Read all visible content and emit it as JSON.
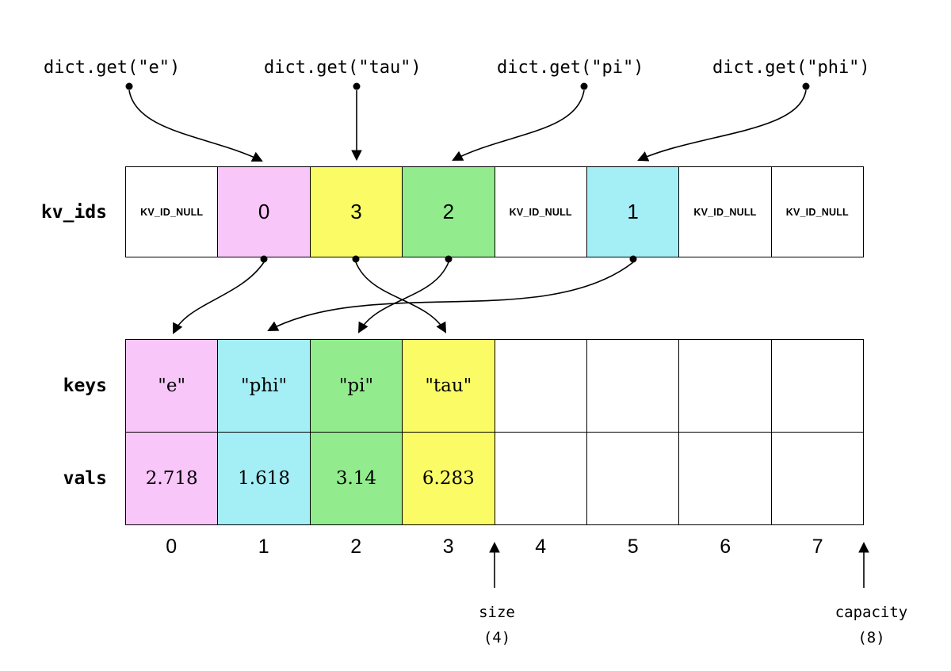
{
  "lookups": {
    "e": "dict.get(\"e\")",
    "tau": "dict.get(\"tau\")",
    "pi": "dict.get(\"pi\")",
    "phi": "dict.get(\"phi\")"
  },
  "colors": {
    "pink": "#f8c6f8",
    "cyan": "#a4eef6",
    "green": "#92ec8e",
    "yellow": "#fbfb66",
    "white": "#ffffff",
    "line": "#000000"
  },
  "rows": {
    "kv_ids": {
      "label": "kv_ids",
      "cells": [
        {
          "text": "KV_ID_NULL",
          "bg": "#ffffff"
        },
        {
          "text": "0",
          "bg": "#f8c6f8"
        },
        {
          "text": "3",
          "bg": "#fbfb66"
        },
        {
          "text": "2",
          "bg": "#92ec8e"
        },
        {
          "text": "KV_ID_NULL",
          "bg": "#ffffff"
        },
        {
          "text": "1",
          "bg": "#a4eef6"
        },
        {
          "text": "KV_ID_NULL",
          "bg": "#ffffff"
        },
        {
          "text": "KV_ID_NULL",
          "bg": "#ffffff"
        }
      ]
    },
    "keys": {
      "label": "keys",
      "cells": [
        {
          "text": "\"e\"",
          "bg": "#f8c6f8"
        },
        {
          "text": "\"phi\"",
          "bg": "#a4eef6"
        },
        {
          "text": "\"pi\"",
          "bg": "#92ec8e"
        },
        {
          "text": "\"tau\"",
          "bg": "#fbfb66"
        },
        {
          "text": "",
          "bg": "#ffffff"
        },
        {
          "text": "",
          "bg": "#ffffff"
        },
        {
          "text": "",
          "bg": "#ffffff"
        },
        {
          "text": "",
          "bg": "#ffffff"
        }
      ]
    },
    "vals": {
      "label": "vals",
      "cells": [
        {
          "text": "2.718",
          "bg": "#f8c6f8"
        },
        {
          "text": "1.618",
          "bg": "#a4eef6"
        },
        {
          "text": "3.14",
          "bg": "#92ec8e"
        },
        {
          "text": "6.283",
          "bg": "#fbfb66"
        },
        {
          "text": "",
          "bg": "#ffffff"
        },
        {
          "text": "",
          "bg": "#ffffff"
        },
        {
          "text": "",
          "bg": "#ffffff"
        },
        {
          "text": "",
          "bg": "#ffffff"
        }
      ]
    }
  },
  "indices": [
    "0",
    "1",
    "2",
    "3",
    "4",
    "5",
    "6",
    "7"
  ],
  "size_marker": {
    "label": "size",
    "value": "(4)"
  },
  "capacity_marker": {
    "label": "capacity",
    "value": "(8)"
  }
}
